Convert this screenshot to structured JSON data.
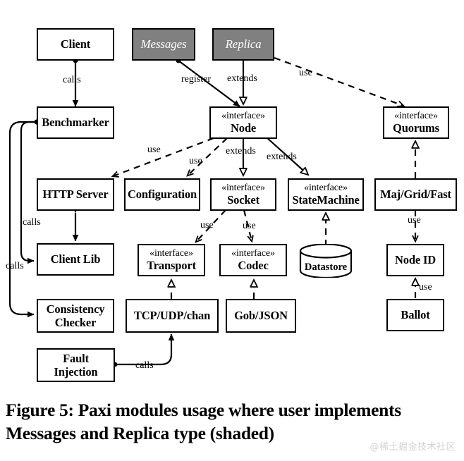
{
  "figure": {
    "caption": "Figure 5: Paxi modules usage where user implements Messages and Replica type (shaded)",
    "watermark": "@稀土掘金技术社区",
    "colors": {
      "background": "#ffffff",
      "stroke": "#000000",
      "shaded_fill": "#808080",
      "shaded_text": "#ffffff",
      "watermark_text": "#d2d2d2"
    }
  },
  "nodes": [
    {
      "id": "client",
      "label": "Client",
      "stereotype": "",
      "shaded": false,
      "shape": "rect"
    },
    {
      "id": "messages",
      "label": "Messages",
      "stereotype": "",
      "shaded": true,
      "shape": "rect"
    },
    {
      "id": "replica",
      "label": "Replica",
      "stereotype": "",
      "shaded": true,
      "shape": "rect"
    },
    {
      "id": "benchmarker",
      "label": "Benchmarker",
      "stereotype": "",
      "shaded": false,
      "shape": "rect"
    },
    {
      "id": "node",
      "label": "Node",
      "stereotype": "«interface»",
      "shaded": false,
      "shape": "rect"
    },
    {
      "id": "quorums",
      "label": "Quorums",
      "stereotype": "«interface»",
      "shaded": false,
      "shape": "rect"
    },
    {
      "id": "http-server",
      "label": "HTTP Server",
      "stereotype": "",
      "shaded": false,
      "shape": "rect"
    },
    {
      "id": "configuration",
      "label": "Configuration",
      "stereotype": "",
      "shaded": false,
      "shape": "rect"
    },
    {
      "id": "socket",
      "label": "Socket",
      "stereotype": "«interface»",
      "shaded": false,
      "shape": "rect"
    },
    {
      "id": "statemachine",
      "label": "StateMachine",
      "stereotype": "«interface»",
      "shaded": false,
      "shape": "rect"
    },
    {
      "id": "maj-grid-fast",
      "label": "Maj/Grid/Fast",
      "stereotype": "",
      "shaded": false,
      "shape": "rect"
    },
    {
      "id": "client-lib",
      "label": "Client Lib",
      "stereotype": "",
      "shaded": false,
      "shape": "rect"
    },
    {
      "id": "transport",
      "label": "Transport",
      "stereotype": "«interface»",
      "shaded": false,
      "shape": "rect"
    },
    {
      "id": "codec",
      "label": "Codec",
      "stereotype": "«interface»",
      "shaded": false,
      "shape": "rect"
    },
    {
      "id": "datastore",
      "label": "Datastore",
      "stereotype": "",
      "shaded": false,
      "shape": "cylinder"
    },
    {
      "id": "node-id",
      "label": "Node ID",
      "stereotype": "",
      "shaded": false,
      "shape": "rect"
    },
    {
      "id": "consistency-checker",
      "label_line1": "Consistency",
      "label_line2": "Checker",
      "stereotype": "",
      "shaded": false,
      "shape": "rect"
    },
    {
      "id": "tcp-udp-chan",
      "label": "TCP/UDP/chan",
      "stereotype": "",
      "shaded": false,
      "shape": "rect"
    },
    {
      "id": "gob-json",
      "label": "Gob/JSON",
      "stereotype": "",
      "shaded": false,
      "shape": "rect"
    },
    {
      "id": "ballot",
      "label": "Ballot",
      "stereotype": "",
      "shaded": false,
      "shape": "rect"
    },
    {
      "id": "fault-injection",
      "label_line1": "Fault",
      "label_line2": "Injection",
      "stereotype": "",
      "shaded": false,
      "shape": "rect"
    }
  ],
  "edge_labels": {
    "client_benchmarker": "calls",
    "messages_node": "register",
    "replica_node": "extends",
    "replica_quorums": "use",
    "node_httpserver": "use",
    "node_configuration": "use",
    "node_socket": "extends",
    "node_statemachine": "extends",
    "socket_transport": "use",
    "socket_codec": "use",
    "majgridfast_nodeid": "use",
    "ballot_nodeid": "use",
    "benchmarker_clientlib": "calls",
    "benchmarker_consistency": "calls",
    "faultinjection_tcp": "calls"
  }
}
